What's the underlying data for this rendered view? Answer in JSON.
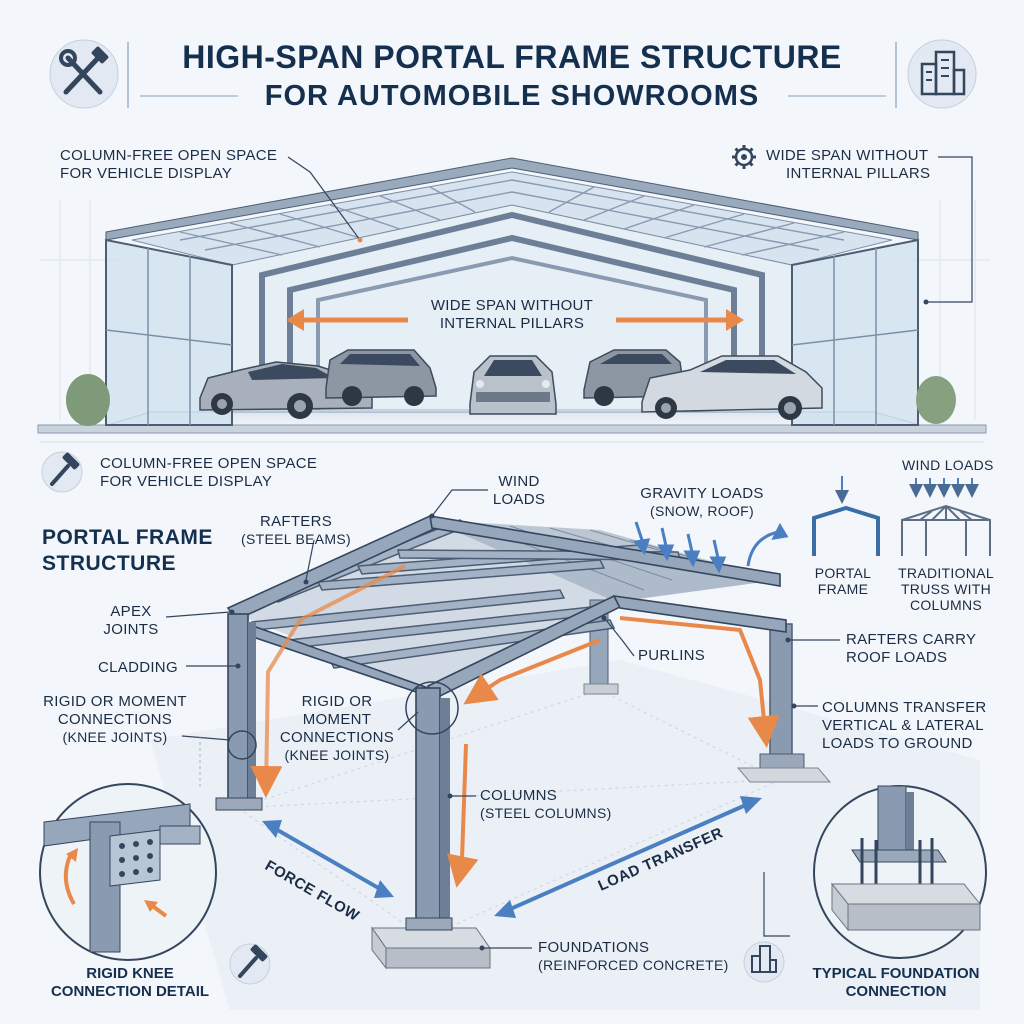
{
  "header": {
    "title": "HIGH-SPAN PORTAL FRAME STRUCTURE",
    "subtitle": "FOR AUTOMOBILE SHOWROOMS"
  },
  "icons": {
    "top_left": "hammer-wrench-icon",
    "top_right": "buildings-icon",
    "gear": "gear-icon",
    "hammer": "hammer-icon",
    "bottom_buildings": "buildings-icon"
  },
  "showroom": {
    "callout_left_line1": "COLUMN-FREE OPEN SPACE",
    "callout_left_line2": "FOR VEHICLE DISPLAY",
    "callout_right_line1": "WIDE SPAN WITHOUT",
    "callout_right_line2": "INTERNAL PILLARS",
    "center_line1": "WIDE SPAN WITHOUT",
    "center_line2": "INTERNAL PILLARS"
  },
  "diagram": {
    "intro_line1": "COLUMN-FREE OPEN SPACE",
    "intro_line2": "FOR VEHICLE DISPLAY",
    "section_line1": "PORTAL FRAME",
    "section_line2": "STRUCTURE",
    "rafters_title": "RAFTERS",
    "rafters_sub": "(STEEL BEAMS)",
    "apex_line1": "APEX",
    "apex_line2": "JOINTS",
    "cladding": "CLADDING",
    "rigid_left_line1": "RIGID OR MOMENT",
    "rigid_left_line2": "CONNECTIONS",
    "rigid_left_line3": "(KNEE JOINTS)",
    "rigid_mid_line1": "RIGID OR",
    "rigid_mid_line2": "MOMENT",
    "rigid_mid_line3": "CONNECTIONS",
    "rigid_mid_line4": "(KNEE JOINTS)",
    "wind_line1": "WIND",
    "wind_line2": "LOADS",
    "gravity_line1": "GRAVITY LOADS",
    "gravity_line2": "(SNOW, ROOF)",
    "purlins": "PURLINS",
    "rafters_carry_line1": "RAFTERS CARRY",
    "rafters_carry_line2": "ROOF LOADS",
    "columns_transfer_line1": "COLUMNS TRANSFER",
    "columns_transfer_line2": "VERTICAL & LATERAL",
    "columns_transfer_line3": "LOADS TO GROUND",
    "columns_title": "COLUMNS",
    "columns_sub": "(STEEL COLUMNS)",
    "force_flow": "FORCE FLOW",
    "load_transfer": "LOAD TRANSFER",
    "foundations_title": "FOUNDATIONS",
    "foundations_sub": "(REINFORCED CONCRETE)"
  },
  "comparison": {
    "wind_loads": "WIND LOADS",
    "portal_line1": "PORTAL",
    "portal_line2": "FRAME",
    "traditional_line1": "TRADITIONAL",
    "traditional_line2": "TRUSS WITH",
    "traditional_line3": "COLUMNS"
  },
  "details": {
    "knee_line1": "RIGID KNEE",
    "knee_line2": "CONNECTION DETAIL",
    "foundation_line1": "TYPICAL FOUNDATION",
    "foundation_line2": "CONNECTION"
  },
  "colors": {
    "steel": "#8a9ab0",
    "steel_dark": "#4c5d74",
    "glass": "#cfe0ef",
    "orange_arrow": "#e8894a",
    "blue_arrow": "#4a7fc1",
    "navy_text": "#15304f",
    "concrete": "#c9ced6"
  }
}
